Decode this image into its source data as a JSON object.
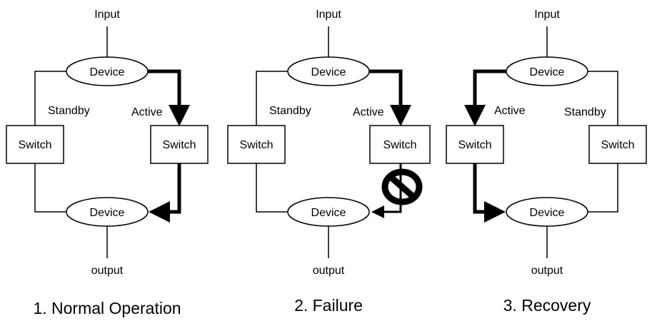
{
  "panels": [
    {
      "input_label": "Input",
      "top_device_label": "Device",
      "left_switch_label": "Switch",
      "right_switch_label": "Switch",
      "bottom_device_label": "Device",
      "output_label": "output",
      "left_path_label": "Standby",
      "right_path_label": "Active",
      "caption": "1. Normal Operation"
    },
    {
      "input_label": "Input",
      "top_device_label": "Device",
      "left_switch_label": "Switch",
      "right_switch_label": "Switch",
      "bottom_device_label": "Device",
      "output_label": "output",
      "left_path_label": "Standby",
      "right_path_label": "Active",
      "caption": "2. Failure"
    },
    {
      "input_label": "Input",
      "top_device_label": "Device",
      "left_switch_label": "Switch",
      "right_switch_label": "Switch",
      "bottom_device_label": "Device",
      "output_label": "output",
      "left_path_label": "Active",
      "right_path_label": "Standby",
      "caption": "3. Recovery"
    }
  ]
}
